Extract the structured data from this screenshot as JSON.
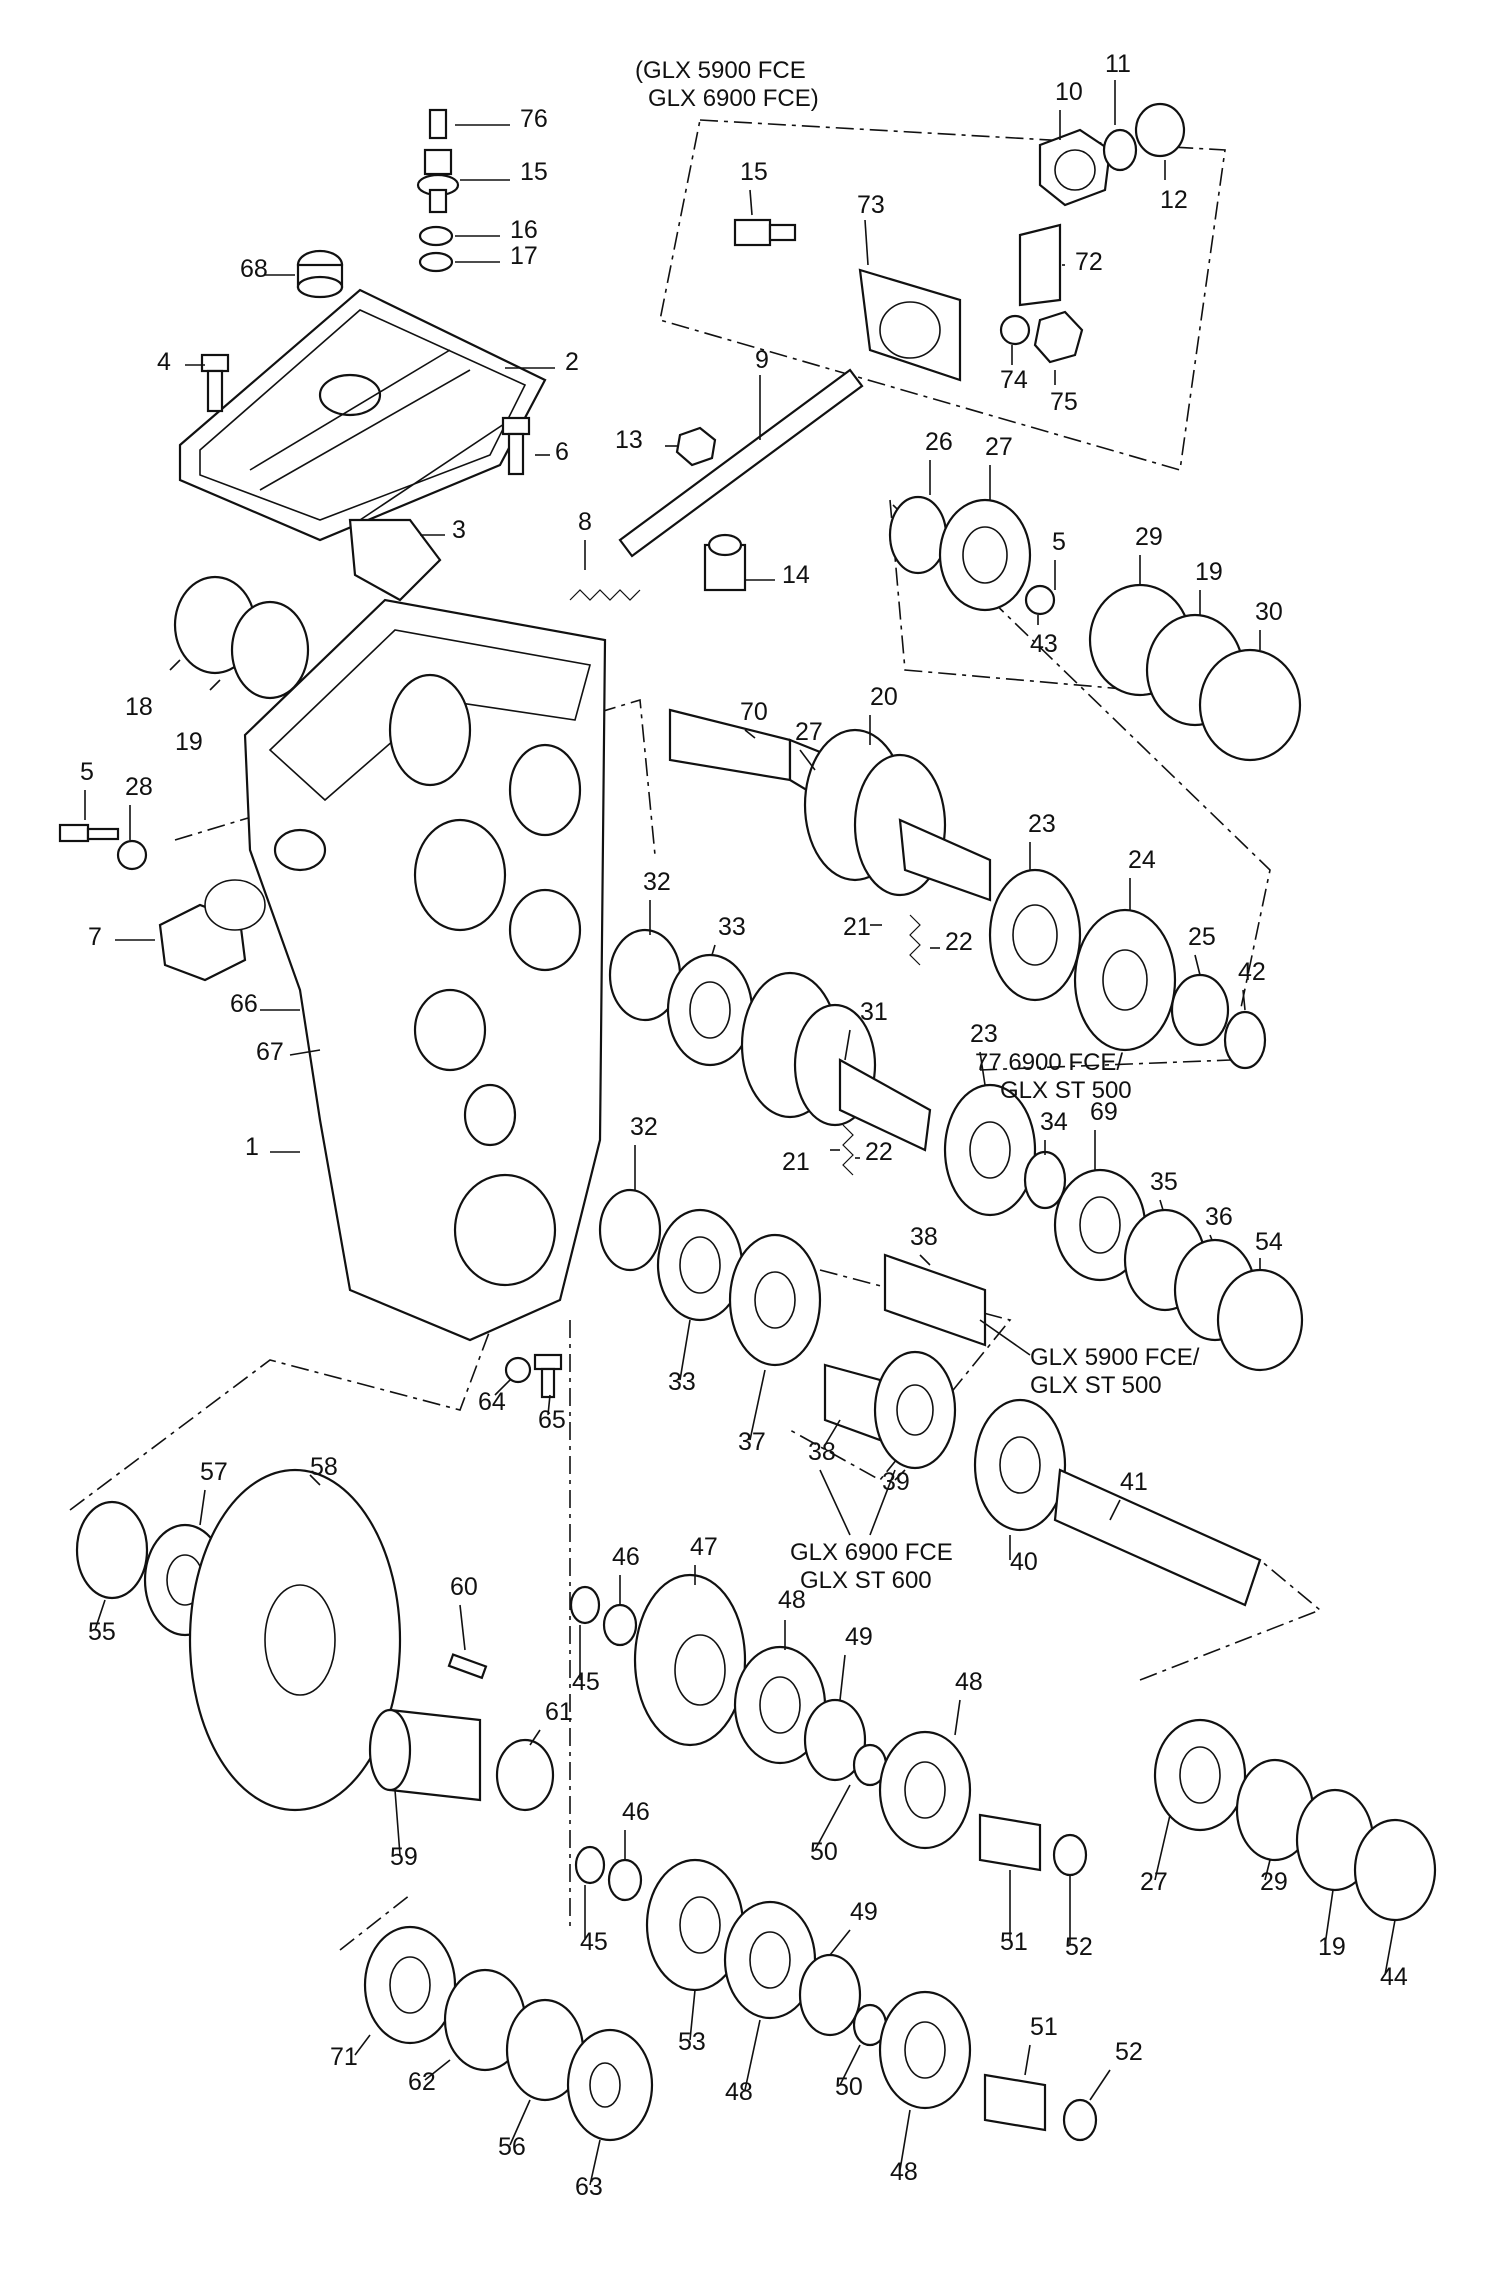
{
  "variant_notes": {
    "top_group_line1": "(GLX 5900 FCE",
    "top_group_line2": "GLX 6900 FCE)",
    "p77_line1": "77 6900 FCE/",
    "p77_line2": "GLX ST 500",
    "sleeve_line1": "GLX 5900 FCE/",
    "sleeve_line2": "GLX ST 500",
    "gear_line1": "GLX 6900 FCE",
    "gear_line2": "GLX ST 600"
  },
  "labels": [
    "76",
    "15",
    "16",
    "17",
    "68",
    "4",
    "2",
    "6",
    "3",
    "11",
    "10",
    "12",
    "15",
    "73",
    "72",
    "74",
    "75",
    "9",
    "13",
    "8",
    "14",
    "26",
    "27",
    "5",
    "29",
    "19",
    "30",
    "43",
    "18",
    "19",
    "70",
    "27",
    "20",
    "5",
    "28",
    "7",
    "23",
    "24",
    "21",
    "22",
    "25",
    "42",
    "32",
    "33",
    "31",
    "66",
    "67",
    "1",
    "23",
    "34",
    "69",
    "35",
    "36",
    "54",
    "32",
    "21",
    "22",
    "38",
    "33",
    "37",
    "38",
    "39",
    "64",
    "65",
    "57",
    "58",
    "55",
    "41",
    "40",
    "60",
    "46",
    "47",
    "45",
    "48",
    "49",
    "61",
    "59",
    "50",
    "48",
    "27",
    "29",
    "19",
    "44",
    "51",
    "52",
    "46",
    "45",
    "53",
    "49",
    "71",
    "62",
    "56",
    "63",
    "48",
    "50",
    "48",
    "51",
    "52"
  ]
}
